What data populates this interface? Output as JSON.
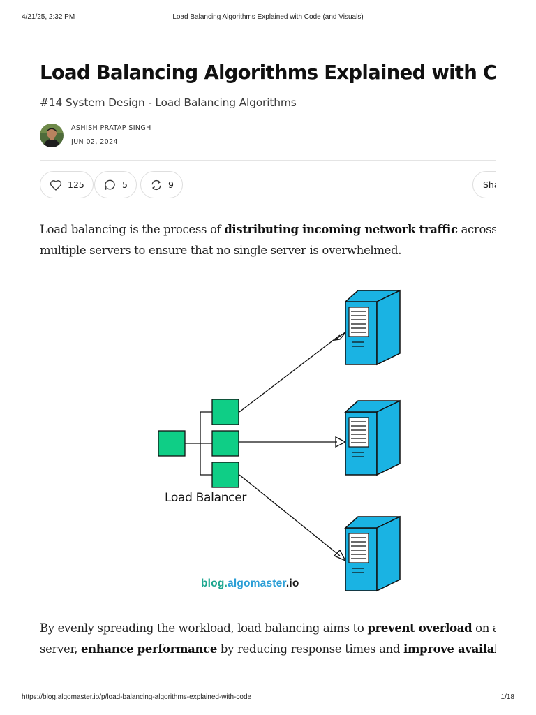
{
  "print_header": {
    "datetime": "4/21/25, 2:32 PM",
    "document_title": "Load Balancing Algorithms Explained with Code (and Visuals)"
  },
  "post": {
    "title": "Load Balancing Algorithms Explained with Code (and Visuals)",
    "subtitle": "#14 System Design - Load Balancing Algorithms",
    "author": "ASHISH PRATAP SINGH",
    "date": "JUN 02, 2024"
  },
  "actions": {
    "likes": "125",
    "comments": "5",
    "restacks": "9",
    "share_label": "Share"
  },
  "content": {
    "p1_pre": "Load balancing is the process of ",
    "p1_bold": "distributing incoming network traffic",
    "p1_post": " across",
    "p1_line2": "multiple servers to ensure that no single server is overwhelmed.",
    "p2_pre": "By evenly spreading the workload, load balancing aims to ",
    "p2_bold1": "prevent overload",
    "p2_mid": " on a single",
    "p2_l2_pre": "server, ",
    "p2_bold2": "enhance performance",
    "p2_l2_mid": " by reducing response times and ",
    "p2_bold3": "improve availability"
  },
  "figure": {
    "label": "Load Balancer",
    "watermark_part1": "blog.",
    "watermark_part2": "algomaster",
    "watermark_part3": ".io"
  },
  "print_footer": {
    "url": "https://blog.algomaster.io/p/load-balancing-algorithms-explained-with-code",
    "page": "1/18"
  },
  "icons": [
    "heart-icon",
    "comment-icon",
    "restack-icon"
  ],
  "colors": {
    "node_green": "#0fce86",
    "server_blue": "#1ab3e3",
    "watermark_green": "#1da68f",
    "watermark_blue": "#2a9ed6"
  }
}
